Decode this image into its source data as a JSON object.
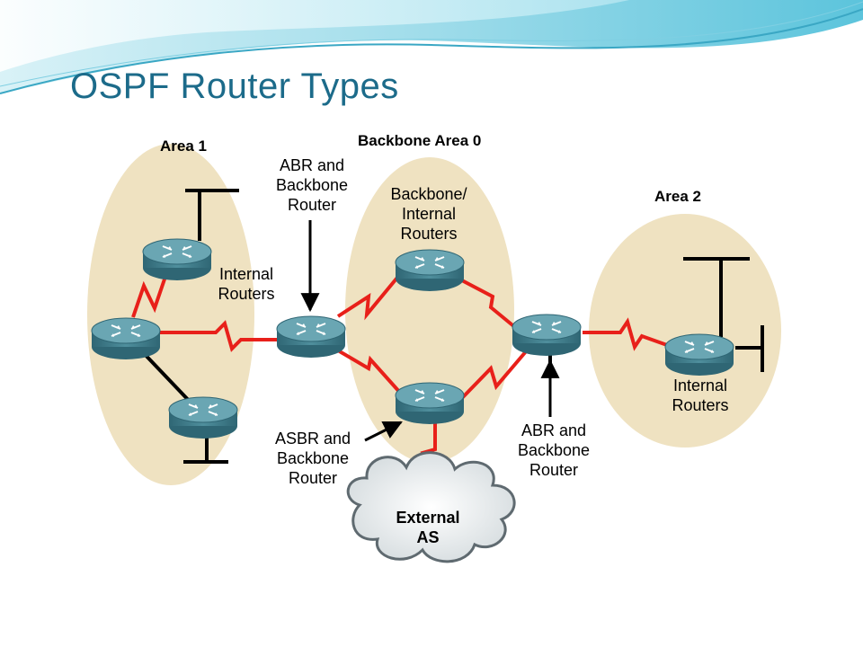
{
  "slide": {
    "title": "OSPF Router Types"
  },
  "diagram": {
    "areas": {
      "area1": "Area 1",
      "backbone": "Backbone Area 0",
      "area2": "Area 2"
    },
    "labels": {
      "area1_internal": [
        "Internal",
        "Routers"
      ],
      "abr_left": [
        "ABR and",
        "Backbone",
        "Router"
      ],
      "backbone_internal": [
        "Backbone/",
        "Internal",
        "Routers"
      ],
      "asbr": [
        "ASBR and",
        "Backbone",
        "Router"
      ],
      "abr_right": [
        "ABR and",
        "Backbone",
        "Router"
      ],
      "area2_internal": [
        "Internal",
        "Routers"
      ],
      "external_as": [
        "External",
        "AS"
      ]
    },
    "colors": {
      "area_fill": "#efe2c1",
      "wan_link": "#e8201a",
      "router_body": "#3f7e8d",
      "router_top": "#5d9aa8",
      "title": "#1c6b8a"
    }
  }
}
